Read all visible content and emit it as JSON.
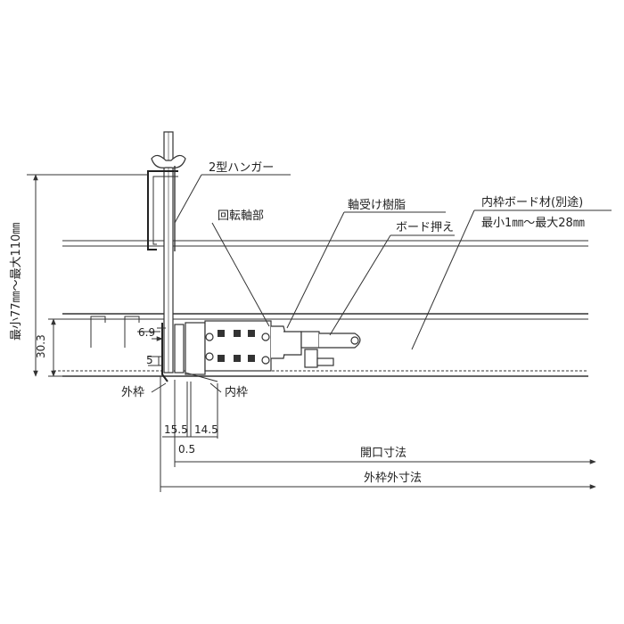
{
  "labels": {
    "hanger": "2型ハンガー",
    "pivot": "回転軸部",
    "bearing_resin": "軸受け樹脂",
    "board_holder": "ボード押え",
    "inner_board": "内枠ボード材(別途)",
    "inner_board_range": "最小1㎜～最大28㎜",
    "height_range": "最小77㎜～最大110㎜",
    "outer_frame": "外枠",
    "inner_frame": "内枠",
    "opening_dim": "開口寸法",
    "outer_frame_dim": "外枠外寸法"
  },
  "dimensions": {
    "d303": "30.3",
    "d69": "6.9",
    "d5": "5",
    "d155": "15.5",
    "d145": "14.5",
    "d05": "0.5"
  }
}
